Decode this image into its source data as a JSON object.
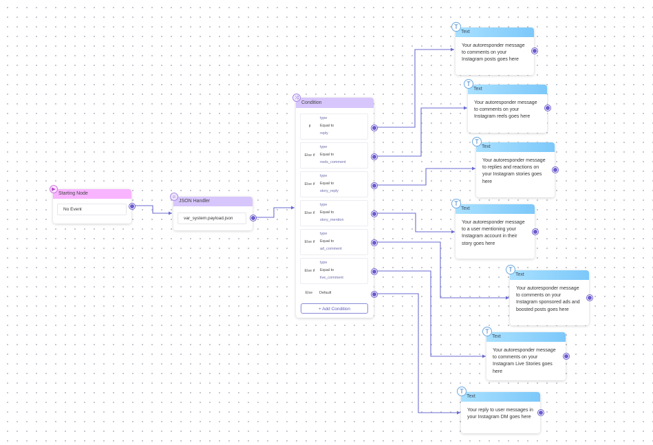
{
  "start": {
    "title": "Starting Node",
    "field": "No Event"
  },
  "json": {
    "title": "JSON Handler",
    "field": "var_system.payload.json"
  },
  "condition": {
    "title": "Condition",
    "rows": [
      {
        "keyword": "If",
        "type": "type",
        "op": "Equal to",
        "value": "reply"
      },
      {
        "keyword": "Else if",
        "type": "type",
        "op": "Equal to",
        "value": "reels_comment"
      },
      {
        "keyword": "Else if",
        "type": "type",
        "op": "Equal to",
        "value": "story_reply"
      },
      {
        "keyword": "Else if",
        "type": "type",
        "op": "Equal to",
        "value": "story_mention"
      },
      {
        "keyword": "Else if",
        "type": "type",
        "op": "Equal to",
        "value": "ad_comment"
      },
      {
        "keyword": "Else if",
        "type": "type",
        "op": "Equal to",
        "value": "live_comment"
      }
    ],
    "else": {
      "keyword": "Else",
      "value": "Default"
    },
    "add_label": "+ Add Condition"
  },
  "texts": [
    {
      "title": "Text",
      "body": "Your autoresponder message to comments on your Instagram posts goes here"
    },
    {
      "title": "Text",
      "body": "Your autoresponder message to comments on your Instagram reels goes here"
    },
    {
      "title": "Text",
      "body": "Your autoresponder message to replies and reactions on your Instagram stories goes here"
    },
    {
      "title": "Text",
      "body": "Your autoresponder message to a user mentioning your Instagram account in their story goes here"
    },
    {
      "title": "Text",
      "body": "Your autoresponder message to comments on your Instagram sponsored ads and boosted posts goes here"
    },
    {
      "title": "Text",
      "body": "Your autoresponder message to comments on your Instagram Live Stories goes here"
    },
    {
      "title": "Text",
      "body": "Your reply to user messages in your Instagram DM goes here"
    }
  ],
  "colors": {
    "edge": "#6a6ad0",
    "start_header": "#f8b4ff",
    "condition_header": "#d7c6fb",
    "text_header": "#8fd4fb"
  }
}
